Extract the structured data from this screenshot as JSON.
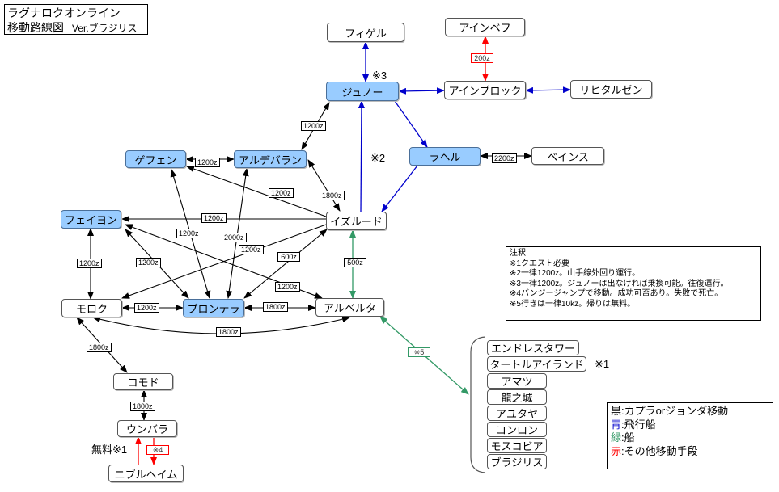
{
  "title": {
    "line1": "ラグナロクオンライン",
    "line2": "移動路線図",
    "version": "Ver.ブラジリス"
  },
  "mode_colors": {
    "kafra": "#000000",
    "airship": "#0000cc",
    "ship": "#339966",
    "other": "#ff0000"
  },
  "nodes": {
    "figel": {
      "label": "フィゲル",
      "highlight": false
    },
    "einbech": {
      "label": "アインベフ",
      "highlight": false
    },
    "juno": {
      "label": "ジュノー",
      "highlight": true
    },
    "einbroch": {
      "label": "アインブロック",
      "highlight": false
    },
    "lighthalzen": {
      "label": "リヒタルゼン",
      "highlight": false
    },
    "geffen": {
      "label": "ゲフェン",
      "highlight": true
    },
    "aldebaran": {
      "label": "アルデバラン",
      "highlight": true
    },
    "rachel": {
      "label": "ラヘル",
      "highlight": true
    },
    "veins": {
      "label": "ベインス",
      "highlight": false
    },
    "payon": {
      "label": "フェイヨン",
      "highlight": true
    },
    "izlude": {
      "label": "イズルード",
      "highlight": false
    },
    "morroc": {
      "label": "モロク",
      "highlight": false
    },
    "prontera": {
      "label": "プロンテラ",
      "highlight": true
    },
    "alberta": {
      "label": "アルベルタ",
      "highlight": false
    },
    "comodo": {
      "label": "コモド",
      "highlight": false
    },
    "umbala": {
      "label": "ウンバラ",
      "highlight": false
    },
    "niflheim": {
      "label": "ニブルヘイム",
      "highlight": false
    }
  },
  "islands": [
    {
      "label": "エンドレスタワー"
    },
    {
      "label": "タートルアイランド",
      "mark": "※1"
    },
    {
      "label": "アマツ"
    },
    {
      "label": "龍之城"
    },
    {
      "label": "アユタヤ"
    },
    {
      "label": "コンロン"
    },
    {
      "label": "モスコビア"
    },
    {
      "label": "ブラジリス"
    }
  ],
  "edges": [
    {
      "from": "figel",
      "to": "juno",
      "mode": "airship",
      "dir": "both",
      "label": ""
    },
    {
      "from": "juno",
      "to": "einbroch",
      "mode": "airship",
      "dir": "both",
      "label": ""
    },
    {
      "from": "einbroch",
      "to": "lighthalzen",
      "mode": "airship",
      "dir": "both",
      "label": ""
    },
    {
      "from": "einbroch",
      "to": "einbech",
      "mode": "other",
      "dir": "both",
      "label": "200z"
    },
    {
      "from": "juno",
      "to": "rachel",
      "mode": "airship",
      "dir": "forward",
      "label": ""
    },
    {
      "from": "rachel",
      "to": "izlude",
      "mode": "airship",
      "dir": "forward",
      "label": ""
    },
    {
      "from": "izlude",
      "to": "juno",
      "mode": "airship",
      "dir": "forward",
      "label": ""
    },
    {
      "from": "aldebaran",
      "to": "juno",
      "mode": "kafra",
      "dir": "both",
      "label": "1200z"
    },
    {
      "from": "geffen",
      "to": "aldebaran",
      "mode": "kafra",
      "dir": "both",
      "label": "1200z"
    },
    {
      "from": "rachel",
      "to": "veins",
      "mode": "kafra",
      "dir": "both",
      "label": "2200z"
    },
    {
      "from": "izlude",
      "to": "geffen",
      "mode": "kafra",
      "dir": "forward",
      "label": "1200z"
    },
    {
      "from": "aldebaran",
      "to": "izlude",
      "mode": "kafra",
      "dir": "both",
      "label": "1800z"
    },
    {
      "from": "izlude",
      "to": "payon",
      "mode": "kafra",
      "dir": "forward",
      "label": "1200z"
    },
    {
      "from": "geffen",
      "to": "prontera",
      "mode": "kafra",
      "dir": "both",
      "label": "1200z"
    },
    {
      "from": "aldebaran",
      "to": "prontera",
      "mode": "kafra",
      "dir": "both",
      "label": "2000z"
    },
    {
      "from": "izlude",
      "to": "morroc",
      "mode": "kafra",
      "dir": "forward",
      "label": "1200z"
    },
    {
      "from": "izlude",
      "to": "prontera",
      "mode": "kafra",
      "dir": "both",
      "label": "600z"
    },
    {
      "from": "payon",
      "to": "morroc",
      "mode": "kafra",
      "dir": "both",
      "label": "1200z"
    },
    {
      "from": "payon",
      "to": "prontera",
      "mode": "kafra",
      "dir": "both",
      "label": "1200z"
    },
    {
      "from": "payon",
      "to": "alberta",
      "mode": "kafra",
      "dir": "both",
      "label": "1200z"
    },
    {
      "from": "morroc",
      "to": "prontera",
      "mode": "kafra",
      "dir": "both",
      "label": "1200z"
    },
    {
      "from": "prontera",
      "to": "alberta",
      "mode": "kafra",
      "dir": "both",
      "label": "1800z"
    },
    {
      "from": "morroc",
      "to": "alberta",
      "mode": "kafra",
      "dir": "both",
      "label": "1800z"
    },
    {
      "from": "morroc",
      "to": "comodo",
      "mode": "kafra",
      "dir": "both",
      "label": "1800z"
    },
    {
      "from": "comodo",
      "to": "umbala",
      "mode": "kafra",
      "dir": "both",
      "label": "1800z"
    },
    {
      "from": "umbala",
      "to": "niflheim",
      "mode": "other",
      "dir": "forward",
      "label": "※4"
    },
    {
      "from": "niflheim",
      "to": "umbala",
      "mode": "other",
      "dir": "forward",
      "label": "無料※1"
    },
    {
      "from": "izlude",
      "to": "alberta",
      "mode": "ship",
      "dir": "both",
      "label": "500z"
    },
    {
      "from": "alberta",
      "to": "islands",
      "mode": "ship",
      "dir": "both",
      "label": "※5"
    }
  ],
  "marks": {
    "juno_note": "※3",
    "airship_loop_note": "※2"
  },
  "notes": {
    "heading": "注釈",
    "lines": [
      "※1クエスト必要",
      "※2一律1200z。山手線外回り運行。",
      "※3一律1200z。ジュノーは出なければ乗換可能。往復運行。",
      "※4バンジージャンプで移動。成功可否あり。失敗で死亡。",
      "※5行きは一律10kz。帰りは無料。"
    ]
  },
  "legend": [
    {
      "key": "黒",
      "text": ":カプラorジョンダ移動",
      "color": "#000000"
    },
    {
      "key": "青",
      "text": ":飛行船",
      "color": "#0000cc"
    },
    {
      "key": "緑",
      "text": ":船",
      "color": "#339966"
    },
    {
      "key": "赤",
      "text": ":その他移動手段",
      "color": "#ff0000"
    }
  ]
}
